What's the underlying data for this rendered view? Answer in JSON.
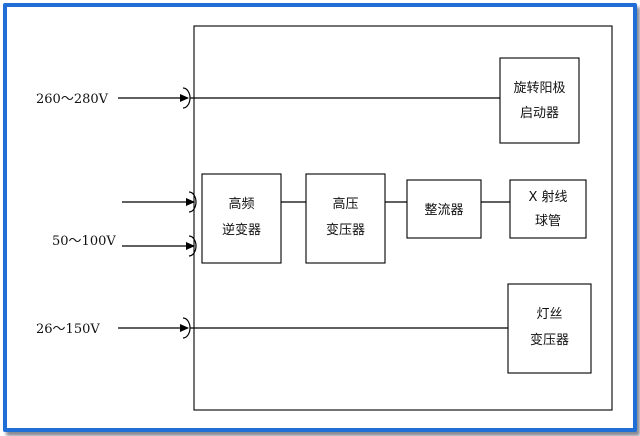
{
  "inputs": {
    "voltage_top": "260～280V",
    "voltage_mid": "50～100V",
    "voltage_bottom": "26～150V"
  },
  "blocks": {
    "anode_starter": [
      "旋转阳极",
      "启动器"
    ],
    "hf_inverter": [
      "高频",
      "逆变器"
    ],
    "hv_transformer": [
      "高压",
      "变压器"
    ],
    "rectifier": [
      "整流器"
    ],
    "xray_tube": [
      "X 射线",
      "球管"
    ],
    "filament_transformer": [
      "灯丝",
      "变压器"
    ]
  },
  "colors": {
    "frame": "#1f6fd6",
    "lines": "#000000"
  }
}
